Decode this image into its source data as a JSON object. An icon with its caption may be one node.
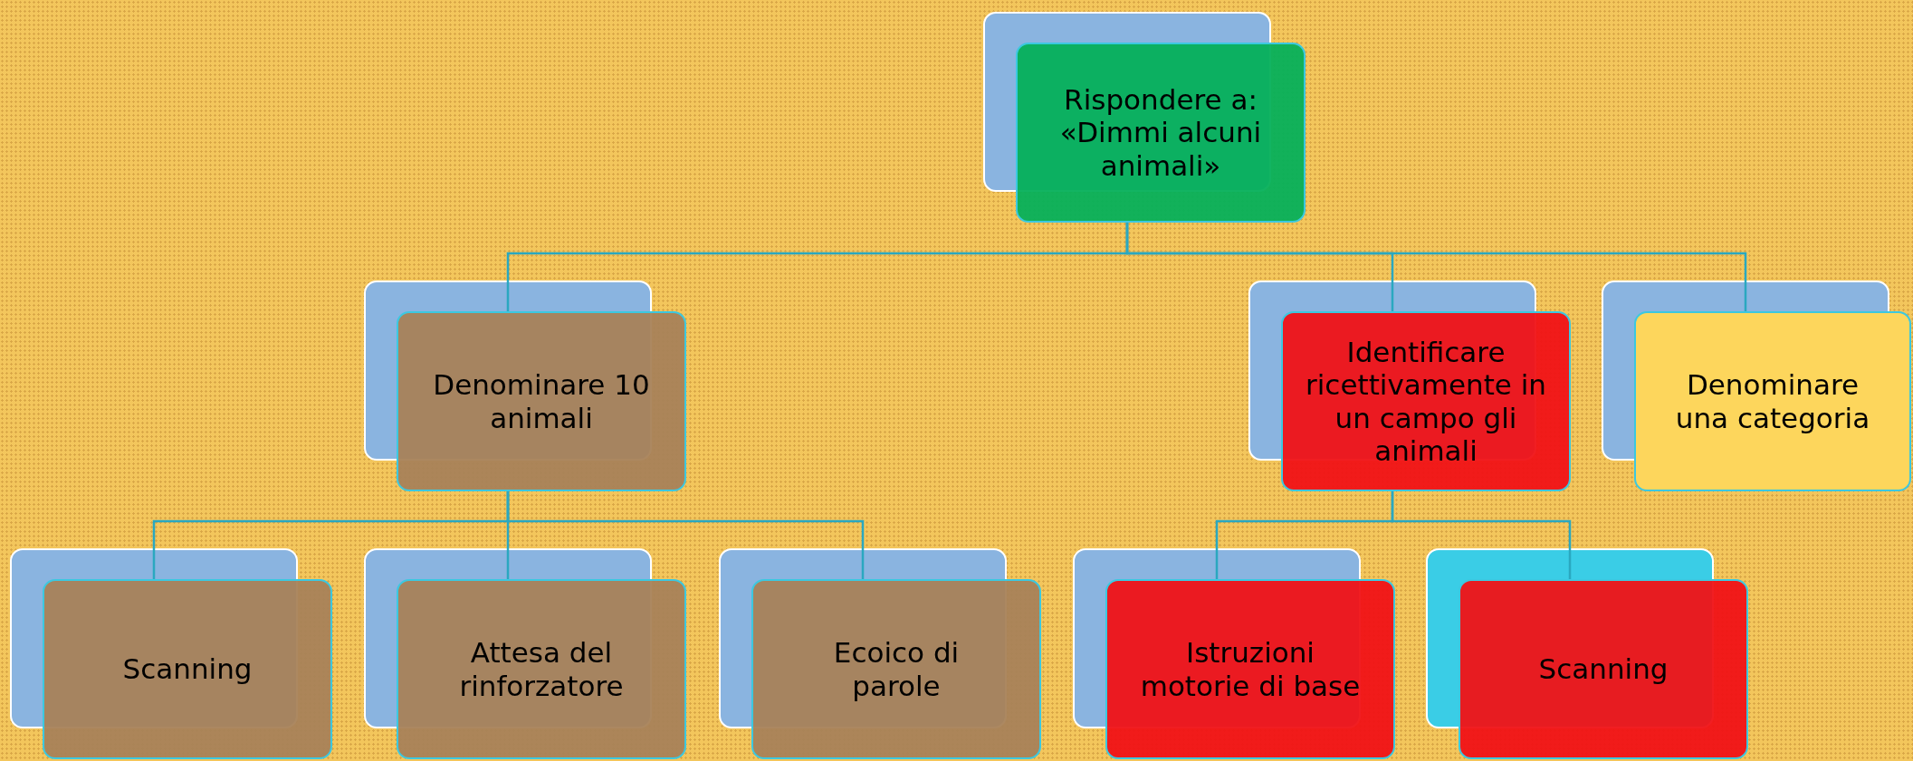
{
  "diagram": {
    "nodes": [
      {
        "text": [
          "Rispondere a: «Dimmi alcuni animali»"
        ]
      },
      {
        "text": [
          "Denominare 10 animali"
        ]
      },
      {
        "text": [
          "Identificare ricettivamente in un campo gli animali"
        ]
      },
      {
        "text": [
          "Denominare una categoria"
        ]
      },
      {
        "text": [
          "Scanning"
        ]
      },
      {
        "text": [
          "Attesa del rinforzatore"
        ]
      },
      {
        "text": [
          "Ecoico di parole"
        ]
      },
      {
        "text": [
          "Istruzioni motorie di base"
        ]
      },
      {
        "text": [
          "Scanning"
        ]
      }
    ],
    "edges": [
      {
        "from": 0,
        "to": 1,
        "arrow": "none"
      },
      {
        "from": 0,
        "to": 2,
        "arrow": "none"
      },
      {
        "from": 0,
        "to": 3,
        "arrow": "none"
      },
      {
        "from": 1,
        "to": 4,
        "arrow": "none"
      },
      {
        "from": 1,
        "to": 5,
        "arrow": "none"
      },
      {
        "from": 1,
        "to": 6,
        "arrow": "none"
      },
      {
        "from": 2,
        "to": 7,
        "arrow": "none"
      },
      {
        "from": 2,
        "to": 8,
        "arrow": "none"
      }
    ]
  }
}
